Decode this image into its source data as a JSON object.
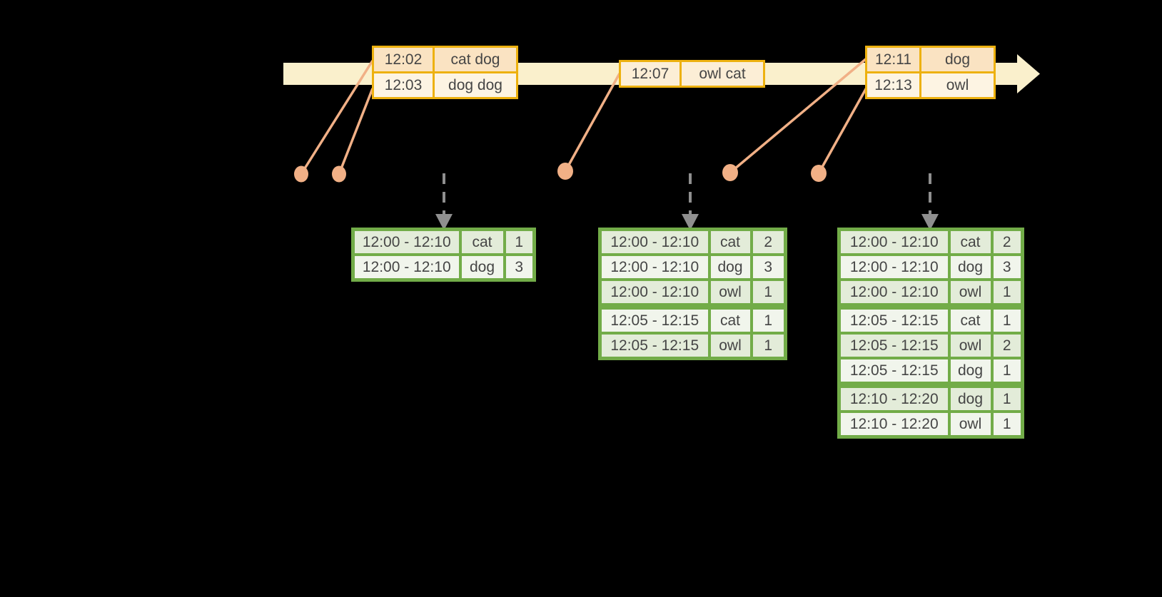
{
  "colors": {
    "background": "#000000",
    "timeline_band": "#FAF0CC",
    "event_table_border": "#EDB10F",
    "event_row_peach": "#FAE3C2",
    "event_row_cream": "#FDF4E3",
    "connector_salmon": "#F1B086",
    "trigger_arrow_gray": "#8F8F8F",
    "result_table_border": "#72AC48",
    "result_row_dark": "#E3ECD9",
    "result_row_light": "#F1F5EC",
    "table_text": "#454545"
  },
  "timeline": {
    "events": [
      {
        "rows": [
          [
            "12:02",
            "cat dog"
          ],
          [
            "12:03",
            "dog dog"
          ]
        ]
      },
      {
        "rows": [
          [
            "12:07",
            "owl cat"
          ]
        ]
      },
      {
        "rows": [
          [
            "12:11",
            "dog"
          ],
          [
            "12:13",
            "owl"
          ]
        ]
      }
    ]
  },
  "results": [
    {
      "rows": [
        [
          "12:00 - 12:10",
          "cat",
          "1"
        ],
        [
          "12:00 - 12:10",
          "dog",
          "3"
        ]
      ],
      "group_starts": []
    },
    {
      "rows": [
        [
          "12:00 - 12:10",
          "cat",
          "2"
        ],
        [
          "12:00 - 12:10",
          "dog",
          "3"
        ],
        [
          "12:00 - 12:10",
          "owl",
          "1"
        ],
        [
          "12:05 - 12:15",
          "cat",
          "1"
        ],
        [
          "12:05 - 12:15",
          "owl",
          "1"
        ]
      ],
      "group_starts": [
        3
      ]
    },
    {
      "rows": [
        [
          "12:00 - 12:10",
          "cat",
          "2"
        ],
        [
          "12:00 - 12:10",
          "dog",
          "3"
        ],
        [
          "12:00 - 12:10",
          "owl",
          "1"
        ],
        [
          "12:05 - 12:15",
          "cat",
          "1"
        ],
        [
          "12:05 - 12:15",
          "owl",
          "2"
        ],
        [
          "12:05 - 12:15",
          "dog",
          "1"
        ],
        [
          "12:10 - 12:20",
          "dog",
          "1"
        ],
        [
          "12:10 - 12:20",
          "owl",
          "1"
        ]
      ],
      "group_starts": [
        3,
        6
      ]
    }
  ]
}
